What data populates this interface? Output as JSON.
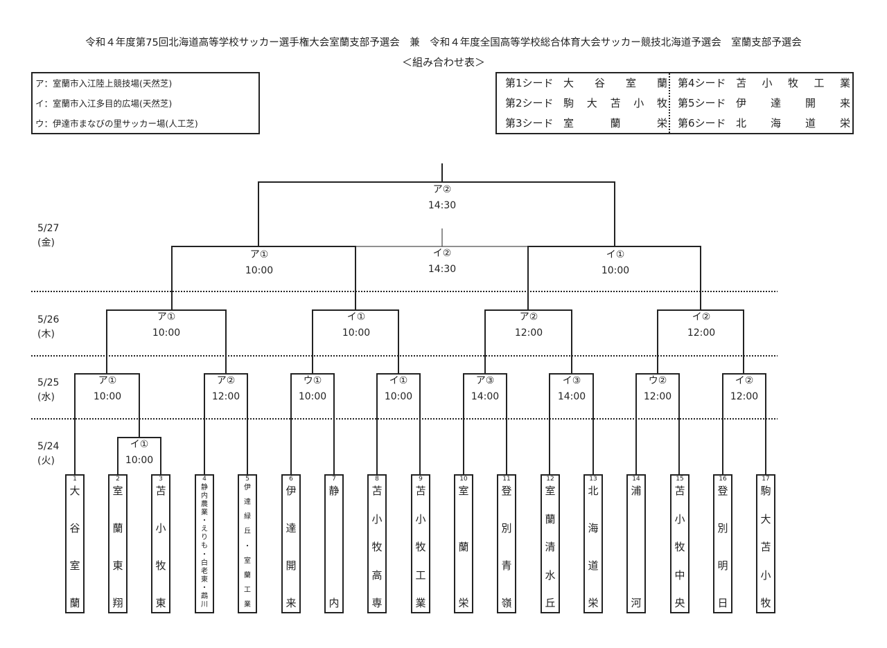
{
  "header": {
    "title": "令和４年度第75回北海道高等学校サッカー選手権大会室蘭支部予選会　兼　令和４年度全国高等学校総合体育大会サッカー競技北海道予選会　室蘭支部予選会",
    "subtitle": "＜組み合わせ表＞"
  },
  "venues": [
    "ア：室蘭市入江陸上競技場(天然芝)",
    "イ：室蘭市入江多目的広場(天然芝)",
    "ウ：伊達市まなびの里サッカー場(人工芝)"
  ],
  "seeds": [
    {
      "label": "第1シード",
      "school": "大谷室蘭"
    },
    {
      "label": "第2シード",
      "school": "駒大苫小牧"
    },
    {
      "label": "第3シード",
      "school": "室蘭栄"
    },
    {
      "label": "第4シード",
      "school": "苫小牧工業"
    },
    {
      "label": "第5シード",
      "school": "伊達開来"
    },
    {
      "label": "第6シード",
      "school": "北海道栄"
    }
  ],
  "dates": [
    {
      "day": "5/27",
      "weekday": "(金)"
    },
    {
      "day": "5/26",
      "weekday": "(木)"
    },
    {
      "day": "5/25",
      "weekday": "(水)"
    },
    {
      "day": "5/24",
      "weekday": "(火)"
    }
  ],
  "matches": {
    "final": {
      "venue": "ア②",
      "time": "14:30"
    },
    "semi_left": {
      "venue": "ア①",
      "time": "10:00"
    },
    "third_place": {
      "venue": "イ②",
      "time": "14:30"
    },
    "semi_right": {
      "venue": "イ①",
      "time": "10:00"
    },
    "qf1": {
      "venue": "ア①",
      "time": "10:00"
    },
    "qf2": {
      "venue": "イ①",
      "time": "10:00"
    },
    "qf3": {
      "venue": "ア②",
      "time": "12:00"
    },
    "qf4": {
      "venue": "イ②",
      "time": "12:00"
    },
    "r1": {
      "venue": "ア①",
      "time": "10:00"
    },
    "r2": {
      "venue": "ア②",
      "time": "12:00"
    },
    "r3": {
      "venue": "ウ①",
      "time": "10:00"
    },
    "r4": {
      "venue": "イ①",
      "time": "10:00"
    },
    "r5": {
      "venue": "ア③",
      "time": "14:00"
    },
    "r6": {
      "venue": "イ③",
      "time": "14:00"
    },
    "r7": {
      "venue": "ウ②",
      "time": "12:00"
    },
    "r8": {
      "venue": "イ②",
      "time": "12:00"
    },
    "play_in": {
      "venue": "イ①",
      "time": "10:00"
    }
  },
  "teams": [
    {
      "no": "1",
      "name": "大谷室蘭"
    },
    {
      "no": "2",
      "name": "室蘭東翔"
    },
    {
      "no": "3",
      "name": "苫小牧東"
    },
    {
      "no": "4",
      "name": "静内農業・えりも・白老東・鵡川"
    },
    {
      "no": "5",
      "name": "伊達緑丘・室蘭工業"
    },
    {
      "no": "6",
      "name": "伊達開来"
    },
    {
      "no": "7",
      "name": "静内"
    },
    {
      "no": "8",
      "name": "苫小牧高専"
    },
    {
      "no": "9",
      "name": "苫小牧工業"
    },
    {
      "no": "10",
      "name": "室蘭栄"
    },
    {
      "no": "11",
      "name": "登別青嶺"
    },
    {
      "no": "12",
      "name": "室蘭清水丘"
    },
    {
      "no": "13",
      "name": "北海道栄"
    },
    {
      "no": "14",
      "name": "浦河"
    },
    {
      "no": "15",
      "name": "苫小牧中央"
    },
    {
      "no": "16",
      "name": "登別明日"
    },
    {
      "no": "17",
      "name": "駒大苫小牧"
    }
  ]
}
